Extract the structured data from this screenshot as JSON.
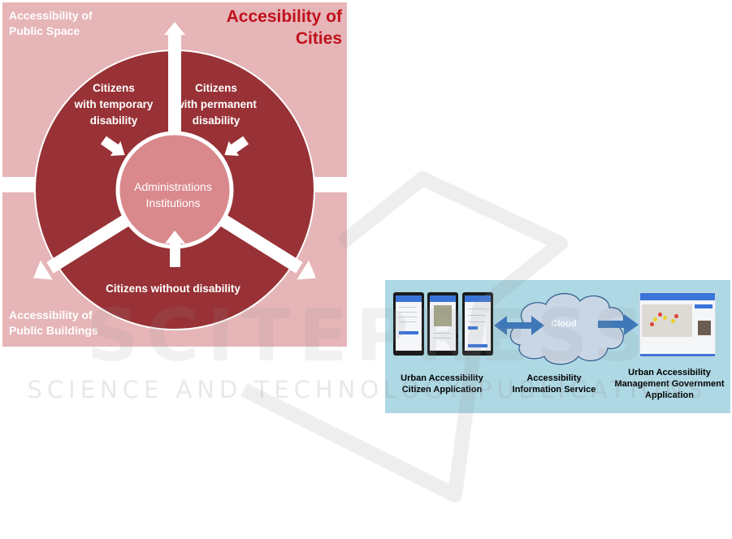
{
  "figure1": {
    "title": "Accesibility of Cities",
    "title_lines": [
      "Accesibility of",
      "Cities"
    ],
    "corner_labels": {
      "top_left": [
        "Accessibility of",
        "Public Space"
      ],
      "bottom_left": [
        "Accessibility of",
        "Public Buildings"
      ]
    },
    "ring_segments": [
      {
        "id": "temporary",
        "lines": [
          "Citizens",
          "with temporary",
          "disability"
        ]
      },
      {
        "id": "permanent",
        "lines": [
          "Citizens",
          "with permanent",
          "disability"
        ]
      },
      {
        "id": "without",
        "lines": [
          "Citizens without disability"
        ]
      }
    ],
    "center": {
      "lines": [
        "Administrations",
        "Institutions"
      ]
    },
    "colors": {
      "background": "#e6b5b7",
      "ring": "#983236",
      "center": "#d9898c",
      "title": "#c0111c",
      "arrow": "#ffffff"
    }
  },
  "figure2": {
    "nodes": [
      {
        "id": "citizen-app",
        "caption": [
          "Urban Accessibility",
          "Citizen Application"
        ]
      },
      {
        "id": "info-service",
        "caption": [
          "Accessibility",
          "Information Service"
        ],
        "cloud_label": "Cloud"
      },
      {
        "id": "gov-app",
        "caption": [
          "Urban Accessibility",
          "Management Government",
          "Application"
        ]
      }
    ],
    "links": [
      {
        "from": "citizen-app",
        "to": "info-service",
        "direction": "bidirectional"
      },
      {
        "from": "info-service",
        "to": "gov-app",
        "direction": "forward"
      }
    ],
    "colors": {
      "background": "#add8e4",
      "arrow": "#3e78b8",
      "cloud_fill": "#c9d6e6",
      "cloud_stroke": "#2f5a8c",
      "app_accent": "#3b74d8"
    }
  },
  "watermark": {
    "big_text": "SCITEPRESS",
    "sub_text": "SCIENCE AND TECHNOLOGY PUBLICATIONS"
  }
}
